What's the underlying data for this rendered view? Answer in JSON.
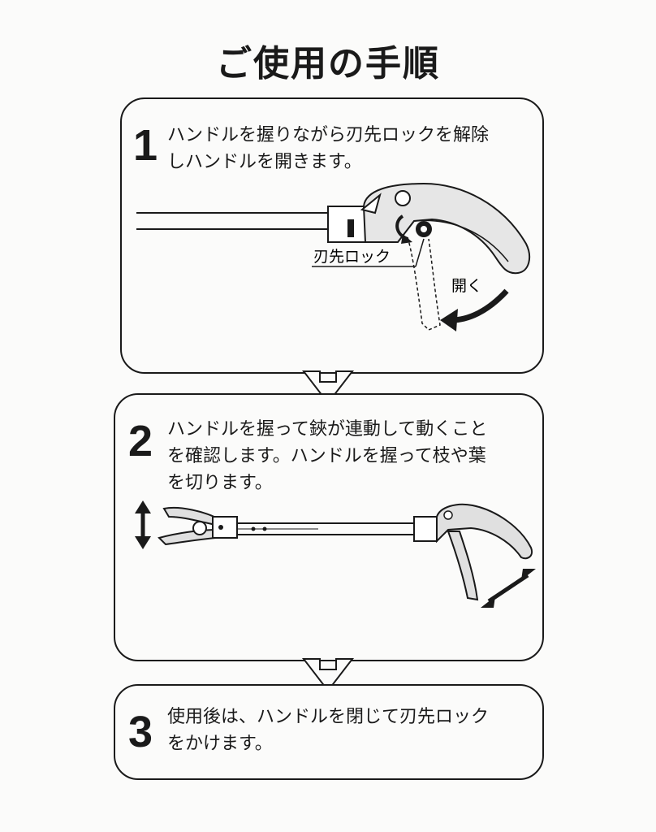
{
  "title": "ご使用の手順",
  "steps": [
    {
      "number": "1",
      "lines": [
        "ハンドルを握りながら刃先ロックを解除",
        "しハンドルを開きます。"
      ],
      "callouts": {
        "lock": "刃先ロック",
        "open": "開く"
      }
    },
    {
      "number": "2",
      "lines": [
        "ハンドルを握って鋏が連動して動くこと",
        "を確認します。ハンドルを握って枝や葉",
        "を切ります。"
      ]
    },
    {
      "number": "3",
      "lines": [
        "使用後は、ハンドルを閉じて刃先ロック",
        "をかけます。"
      ]
    }
  ]
}
